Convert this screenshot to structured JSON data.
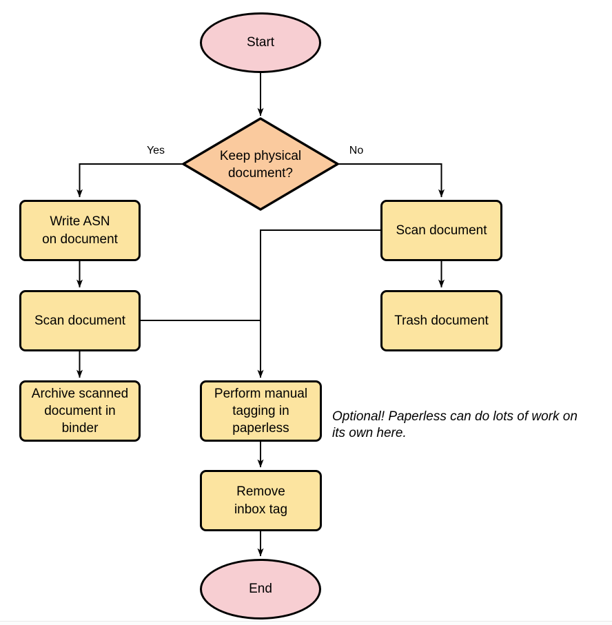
{
  "diagram": {
    "type": "flowchart",
    "colors": {
      "terminal_fill": "#F7CED2",
      "decision_fill": "#FACA9E",
      "process_fill": "#FCE4A0",
      "stroke": "#000000"
    },
    "nodes": {
      "start": {
        "label": "Start"
      },
      "decision": {
        "label": "Keep physical\ndocument?"
      },
      "write_asn": {
        "label": "Write ASN\non document"
      },
      "scan_left": {
        "label": "Scan document"
      },
      "archive": {
        "label": "Archive scanned\ndocument in\nbinder"
      },
      "scan_right": {
        "label": "Scan document"
      },
      "trash": {
        "label": "Trash document"
      },
      "perform_tagging": {
        "label": "Perform manual\ntagging in\npaperless"
      },
      "remove_inbox": {
        "label": "Remove\ninbox tag"
      },
      "end": {
        "label": "End"
      }
    },
    "edge_labels": {
      "yes": "Yes",
      "no": "No"
    },
    "note": {
      "text": "Optional! Paperless can do lots of work on\nits own here."
    }
  }
}
